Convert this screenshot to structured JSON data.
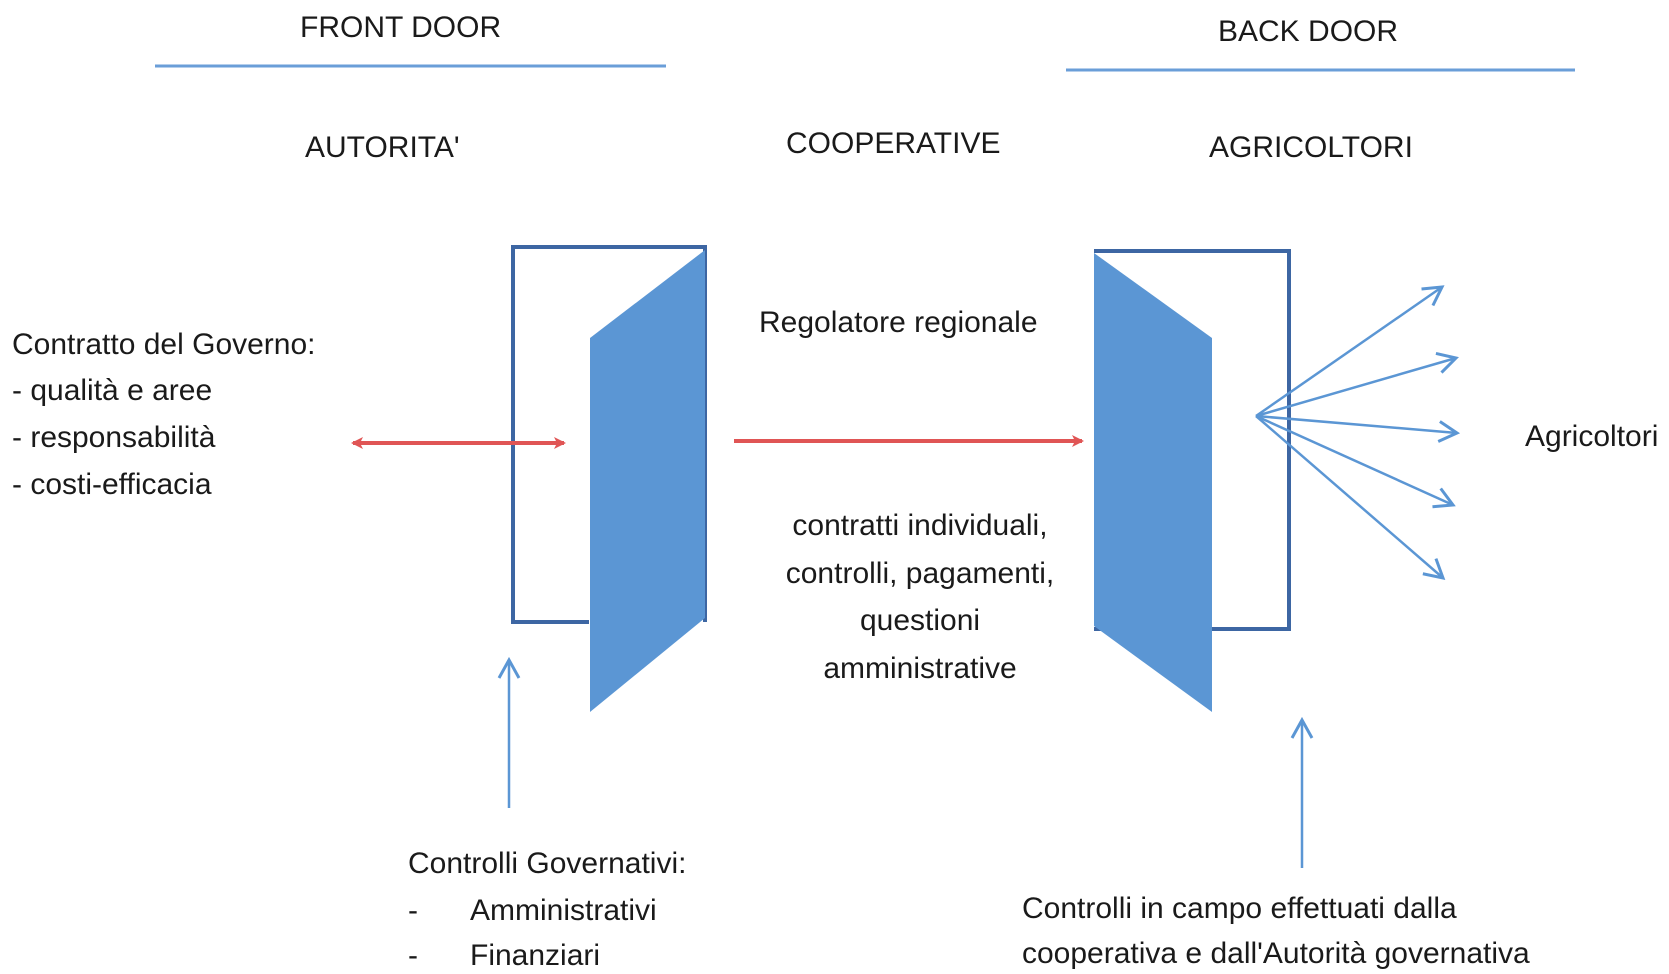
{
  "colors": {
    "door_outline": "#3d66a3",
    "door_fill": "#5b96d4",
    "red_arrow": "#e05555",
    "blue_arrow": "#5b96d4",
    "rule_line": "#6a9ed8"
  },
  "headers": {
    "front_door": "FRONT DOOR",
    "back_door": "BACK DOOR",
    "authority": "AUTORITA'",
    "cooperatives": "COOPERATIVE",
    "farmers": "AGRICOLTORI"
  },
  "left_block": {
    "title": "Contratto del Governo:",
    "items": [
      "- qualità e aree",
      "- responsabilità",
      "- costi-efficacia"
    ]
  },
  "center_block": {
    "regulator": "Regolatore regionale",
    "lines": [
      "contratti individuali,",
      "controlli, pagamenti,",
      "questioni",
      "amministrative"
    ]
  },
  "right_label": "Agricoltori",
  "bottom_left": {
    "title": "Controlli Governativi:",
    "items": [
      {
        "dash": "-",
        "text": "Amministrativi"
      },
      {
        "dash": "-",
        "text": "Finanziari"
      }
    ]
  },
  "bottom_right": {
    "lines": [
      "Controlli in campo effettuati dalla",
      "cooperativa e dall'Autorità governativa"
    ]
  }
}
